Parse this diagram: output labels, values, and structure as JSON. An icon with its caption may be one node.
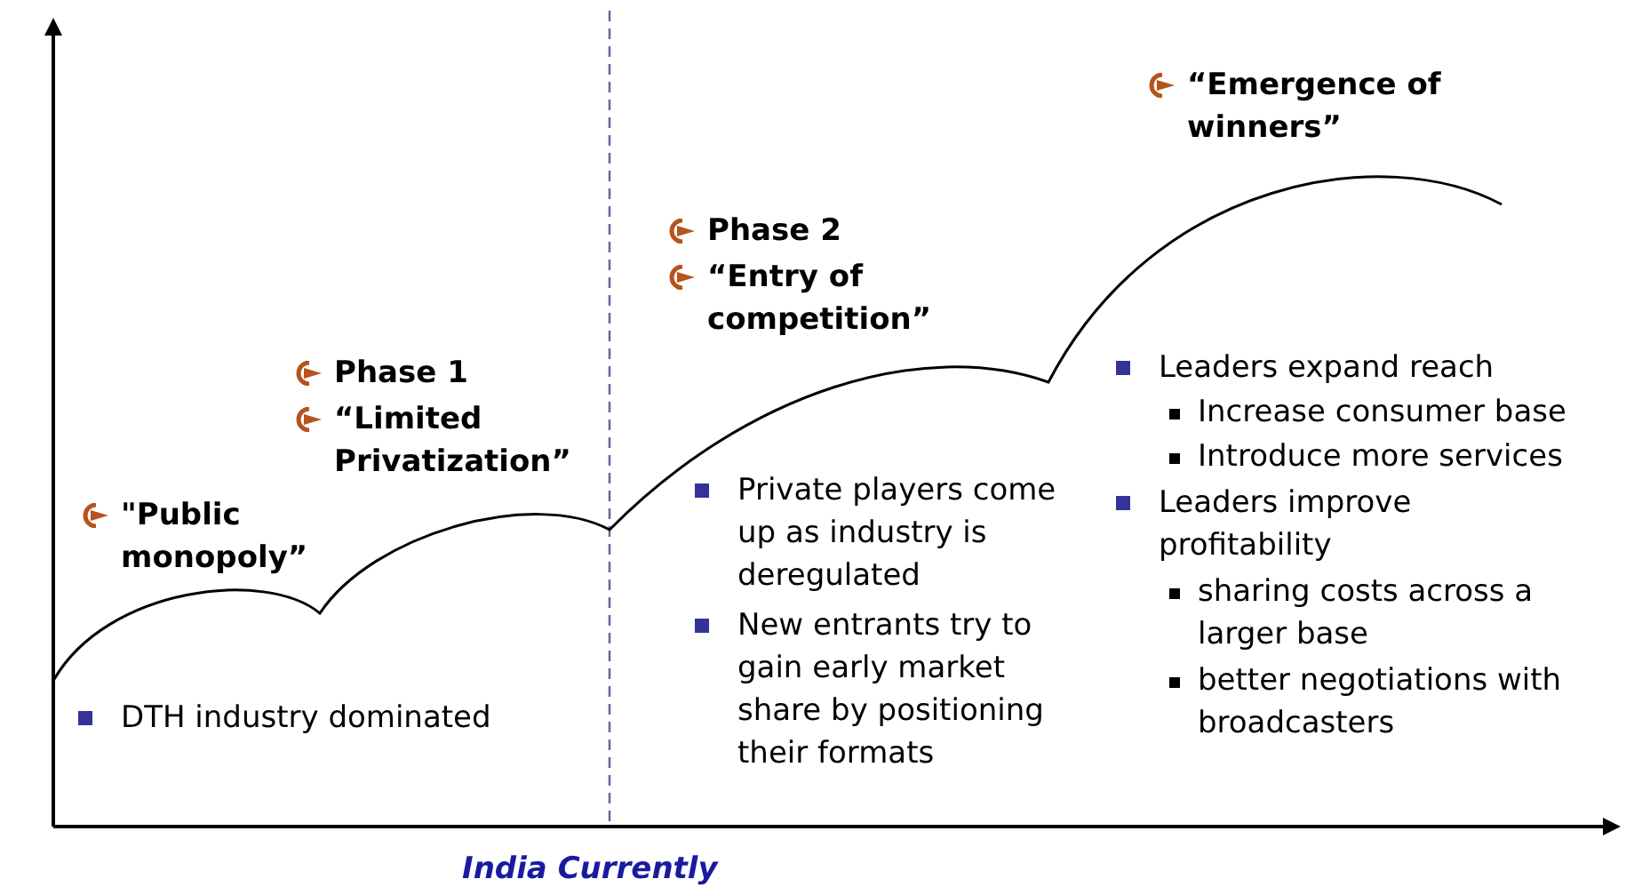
{
  "diagram": {
    "labels": [
      "\"Public monopoly”",
      "DTH industry dominated",
      "Phase 1",
      "“Limited Privatization”",
      "Phase 2",
      "“Entry of competition”",
      "Private players come up as industry is deregulated",
      "New entrants try to gain early market share by positioning their formats",
      "“Emergence of winners”",
      "Leaders expand reach",
      "Increase consumer base",
      "Introduce more services",
      "Leaders improve profitability",
      "sharing costs across a larger base",
      "better negotiations with broadcasters",
      "India Currently"
    ]
  }
}
